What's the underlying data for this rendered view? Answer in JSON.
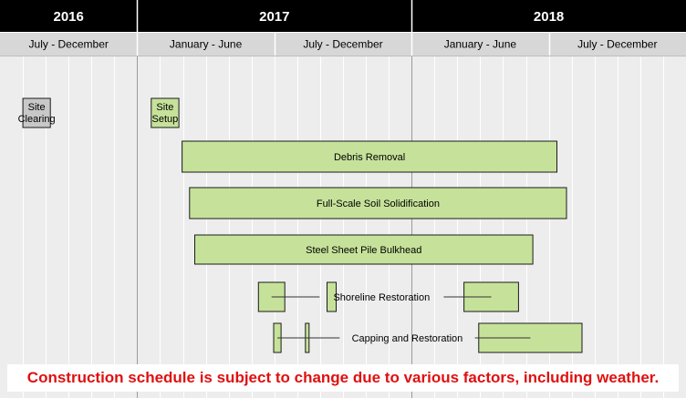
{
  "chart_data": {
    "type": "gantt",
    "years": [
      {
        "label": "2016",
        "start": "2016-07",
        "end": "2016-12"
      },
      {
        "label": "2017",
        "start": "2017-01",
        "end": "2017-12"
      },
      {
        "label": "2018",
        "start": "2018-01",
        "end": "2018-12"
      }
    ],
    "periods": [
      {
        "label": "July - December",
        "start": "2016-07",
        "end": "2016-12"
      },
      {
        "label": "January - June",
        "start": "2017-01",
        "end": "2017-06"
      },
      {
        "label": "July - December",
        "start": "2017-07",
        "end": "2017-12"
      },
      {
        "label": "January - June",
        "start": "2018-01",
        "end": "2018-06"
      },
      {
        "label": "July - December",
        "start": "2018-07",
        "end": "2018-12"
      }
    ],
    "tasks": [
      {
        "label": "Site Clearing",
        "lines": [
          "Site",
          "Clearing"
        ],
        "color": "#c8c8c8",
        "bars": [
          {
            "start": "2016-08-01",
            "end": "2016-09-07"
          }
        ]
      },
      {
        "label": "Site Setup",
        "lines": [
          "Site",
          "Setup"
        ],
        "color": "#c6e29a",
        "bars": [
          {
            "start": "2017-01-20",
            "end": "2017-02-24"
          }
        ]
      },
      {
        "label": "Debris Removal",
        "color": "#c6e29a",
        "bars": [
          {
            "start": "2017-02-28",
            "end": "2018-07-12"
          }
        ]
      },
      {
        "label": "Full-Scale Soil Solidification",
        "color": "#c6e29a",
        "bars": [
          {
            "start": "2017-03-10",
            "end": "2018-07-25"
          }
        ]
      },
      {
        "label": "Steel Sheet Pile Bulkhead",
        "color": "#c6e29a",
        "bars": [
          {
            "start": "2017-03-17",
            "end": "2018-06-10"
          }
        ]
      },
      {
        "label": "Shoreline Restoration",
        "color": "#c6e29a",
        "bars": [
          {
            "start": "2017-06-10",
            "end": "2017-07-15"
          },
          {
            "start": "2017-09-10",
            "end": "2017-09-22"
          },
          {
            "start": "2018-03-10",
            "end": "2018-05-22"
          }
        ]
      },
      {
        "label": "Capping and Restoration",
        "color": "#c6e29a",
        "bars": [
          {
            "start": "2017-06-32",
            "end": "2017-07-10"
          },
          {
            "start": "2017-08-12",
            "end": "2017-08-16"
          },
          {
            "start": "2018-03-30",
            "end": "2018-08-15"
          }
        ]
      }
    ],
    "colors": {
      "header": "#000000",
      "subheader": "#d7d7d7",
      "grid_background": "#ededed",
      "gridline": "#ffffff",
      "bar_border": "#1a1a1a"
    }
  },
  "note": "Construction schedule is subject to change due to various factors, including weather."
}
